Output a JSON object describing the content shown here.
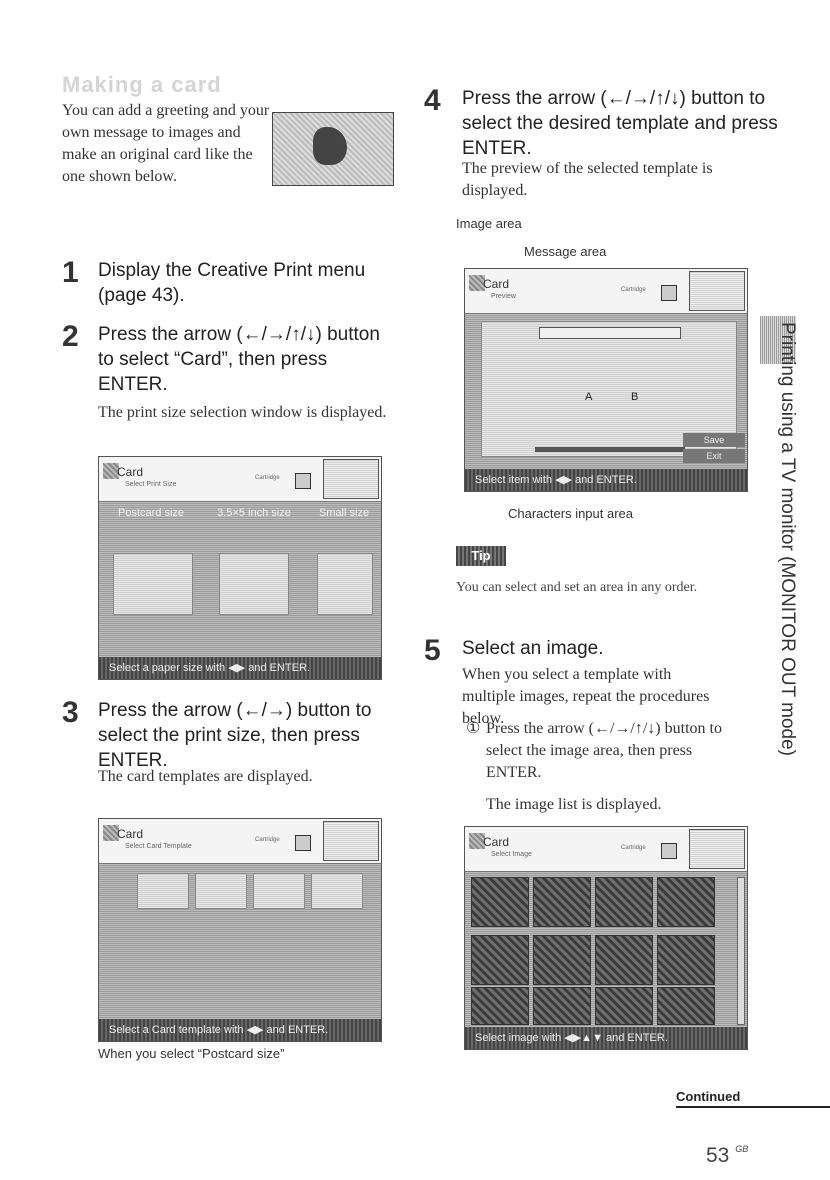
{
  "section_title": "Making a card",
  "intro_text": "You can add a greeting and your own message to images and make an original card like the one shown below.",
  "steps": [
    {
      "num": "1",
      "head": "Display the Creative Print menu (page 43).",
      "body": ""
    },
    {
      "num": "2",
      "head": "Press the arrow (←/→/↑/↓) button to select “Card”, then press ENTER.",
      "body": "The print size selection window is displayed."
    },
    {
      "num": "3",
      "head": "Press the arrow (←/→) button to select the print size, then press ENTER.",
      "body": "The card templates are displayed."
    },
    {
      "num": "4",
      "head": "Press the arrow (←/→/↑/↓) button to select the desired template and press ENTER.",
      "body": "The preview of the selected template is displayed."
    },
    {
      "num": "5",
      "head": "Select an image.",
      "body": "When you select a template with multiple images, repeat the procedures below."
    }
  ],
  "screens": {
    "card_label": "Card",
    "cartridge_label": "Cartridge",
    "print_size": {
      "subtitle": "Select Print Size",
      "options": [
        "Postcard size",
        "3.5×5 inch size",
        "Small size"
      ],
      "bottom": "Select a paper size with ◀▶ and ENTER."
    },
    "template": {
      "subtitle": "Select Card Template",
      "bottom": "Select a Card template with ◀▶ and ENTER.",
      "caption": "When you select “Postcard size”"
    },
    "preview": {
      "subtitle": "Preview",
      "area_a": "A",
      "area_b": "B",
      "save": "Save",
      "exit": "Exit",
      "bottom": "Select item with ◀▶ and ENTER.",
      "label_image": "Image area",
      "label_message": "Message area",
      "label_chars": "Characters input area"
    },
    "image": {
      "subtitle": "Select Image",
      "bottom": "Select image with ◀▶▲▼ and ENTER."
    }
  },
  "tip": {
    "badge": "Tip",
    "text": "You can select and set an area in any order."
  },
  "substep": {
    "marker": "①",
    "text": "Press the arrow (←/→/↑/↓) button to select the image area, then press ENTER.",
    "after": "The image list is displayed."
  },
  "side_tab": "Printing using a TV monitor (MONITOR OUT mode)",
  "continued": "Continued",
  "page_number": "53",
  "page_suffix": "GB"
}
